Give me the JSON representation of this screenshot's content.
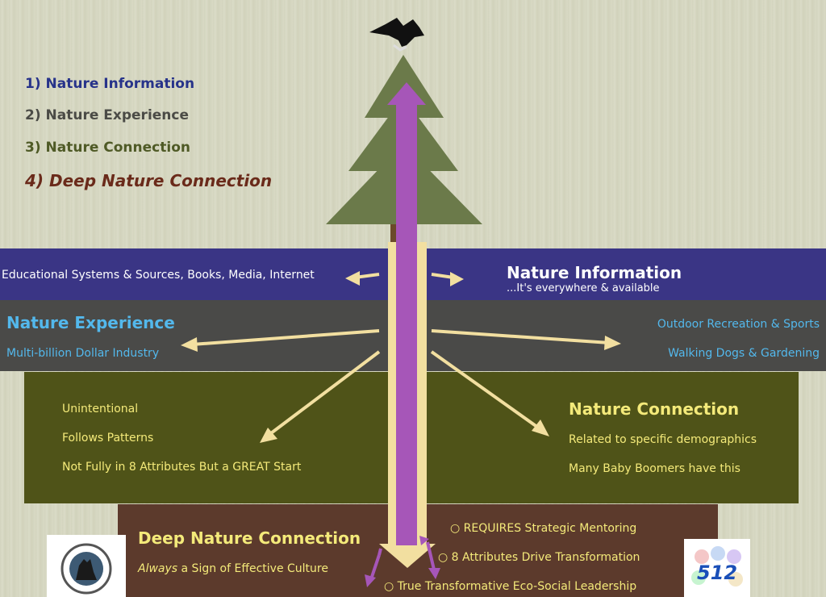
{
  "legend": {
    "item1": "1) Nature Information",
    "item2": "2) Nature Experience",
    "item3": "3) Nature Connection",
    "item4": "4) Deep Nature Connection"
  },
  "information": {
    "left_text": "Educational Systems & Sources, Books, Media, Internet",
    "title": "Nature Information",
    "subtitle": "...It's everywhere & available"
  },
  "experience": {
    "title": "Nature Experience",
    "subtitle": "Multi-billion Dollar Industry",
    "right1": "Outdoor Recreation & Sports",
    "right2": "Walking Dogs & Gardening"
  },
  "connection": {
    "left1": "Unintentional",
    "left2": "Follows Patterns",
    "left3": "Not Fully in 8 Attributes But a GREAT Start",
    "title": "Nature Connection",
    "right1": "Related to specific demographics",
    "right2": "Many Baby Boomers have this"
  },
  "deep": {
    "title": "Deep Nature Connection",
    "subtitle_em": "Always",
    "subtitle_rest": " a Sign of Effective Culture",
    "bullet1": "REQUIRES  Strategic Mentoring",
    "bullet2": "8 Attributes Drive Transformation",
    "bullet3": "True Transformative Eco-Social Leadership"
  },
  "badge": {
    "number": "512"
  },
  "colors": {
    "information_band": "#3a3585",
    "experience_band": "#4a4a48",
    "connection_band": "#4f5318",
    "deep_band": "#5c3a2c",
    "tree": "#6b7a4a",
    "purple_arrow": "#a656b8",
    "beige_arrow": "#f2dfa0"
  },
  "icons": [
    "raven-icon",
    "wolf-logo-icon",
    "512-badge-icon"
  ]
}
